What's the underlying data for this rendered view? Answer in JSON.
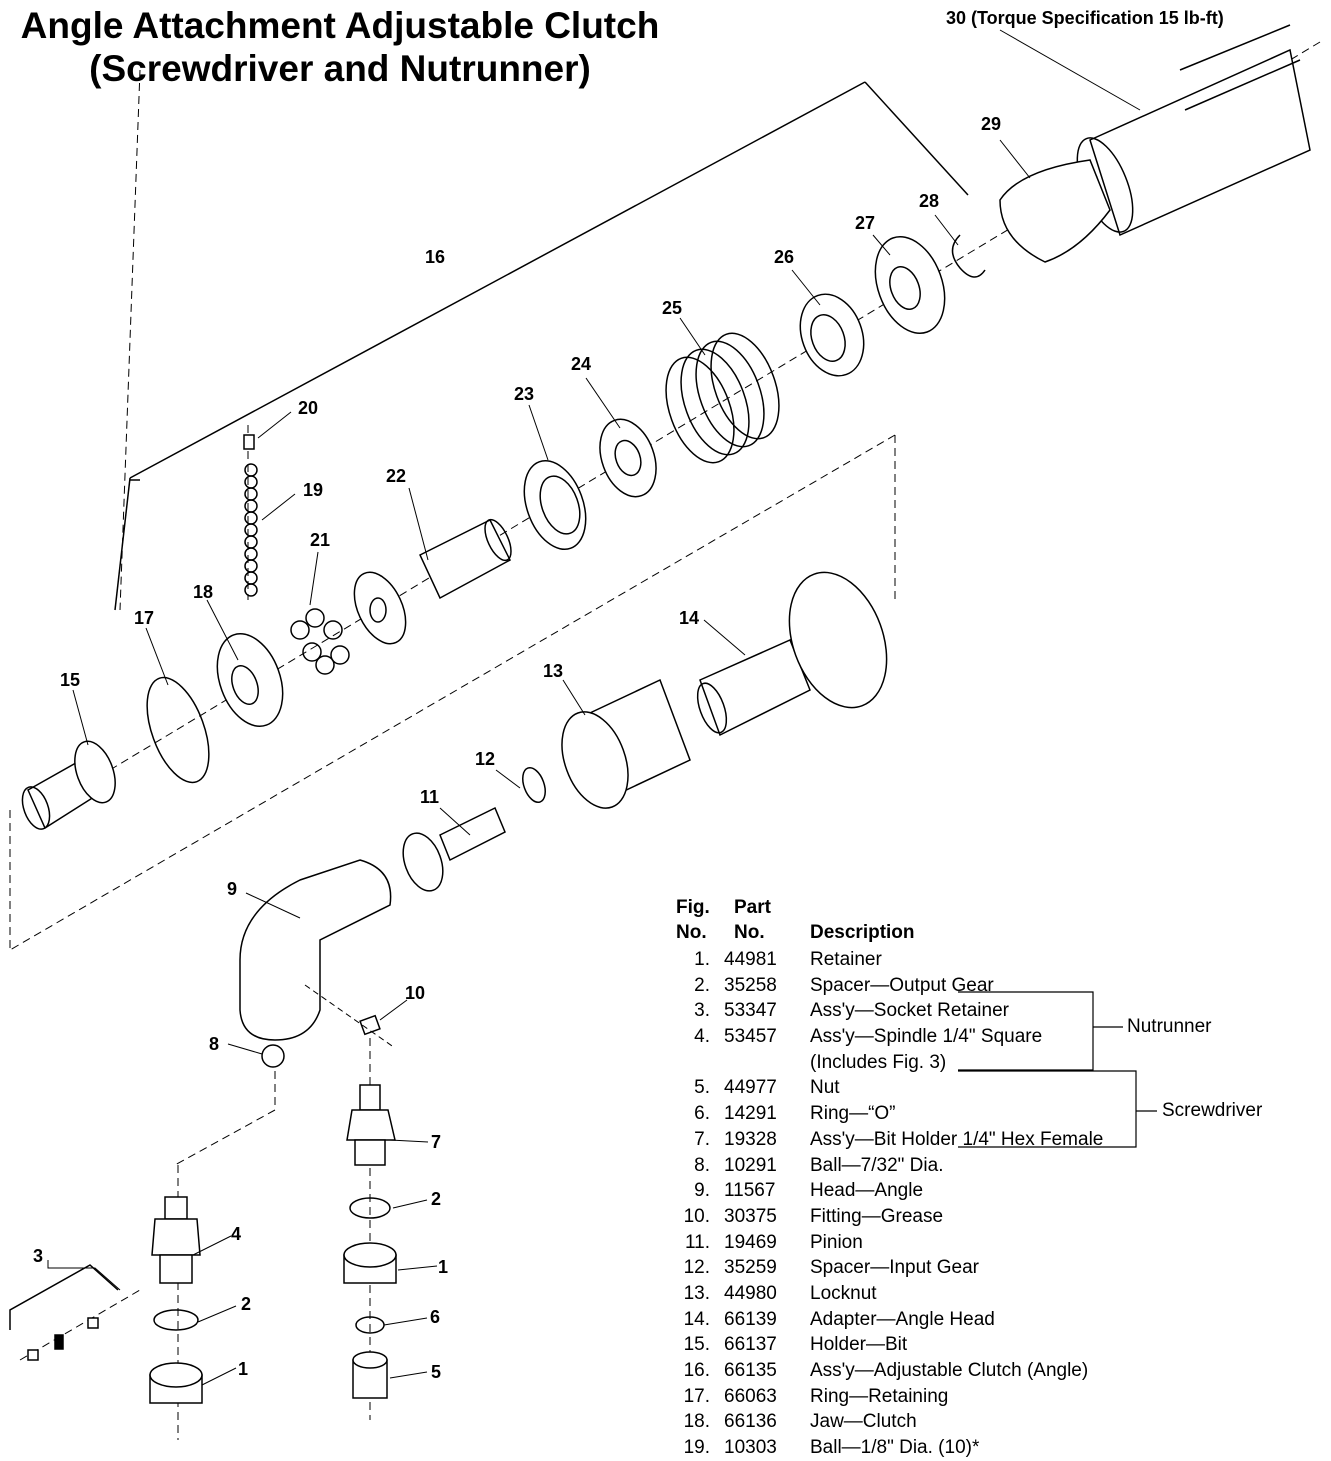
{
  "title": {
    "line1": "Angle Attachment Adjustable Clutch",
    "line2": "(Screwdriver and Nutrunner)"
  },
  "torque_note": "30 (Torque Specification 15 lb-ft)",
  "callouts": [
    "29",
    "28",
    "27",
    "26",
    "25",
    "24",
    "23",
    "22",
    "20",
    "19",
    "21",
    "18",
    "17",
    "16",
    "15",
    "14",
    "13",
    "12",
    "11",
    "9",
    "10",
    "8",
    "7",
    "2",
    "1",
    "4",
    "3",
    "2",
    "1",
    "6",
    "5"
  ],
  "table": {
    "header": {
      "fig_line1": "Fig.",
      "fig_line2": "No.",
      "part_line1": "Part",
      "part_line2": "No.",
      "description": "Description"
    },
    "rows": [
      {
        "fig": "1.",
        "part": "44981",
        "desc": "Retainer"
      },
      {
        "fig": "2.",
        "part": "35258",
        "desc": "Spacer—Output Gear"
      },
      {
        "fig": "3.",
        "part": "53347",
        "desc": "Ass'y—Socket Retainer"
      },
      {
        "fig": "4.",
        "part": "53457",
        "desc": "Ass'y—Spindle 1/4\" Square"
      },
      {
        "fig": "",
        "part": "",
        "desc": "(Includes Fig. 3)"
      },
      {
        "fig": "5.",
        "part": "44977",
        "desc": "Nut"
      },
      {
        "fig": "6.",
        "part": "14291",
        "desc": "Ring—“O”"
      },
      {
        "fig": "7.",
        "part": "19328",
        "desc": "Ass'y—Bit Holder 1/4\" Hex Female"
      },
      {
        "fig": "8.",
        "part": "10291",
        "desc": "Ball—7/32\" Dia."
      },
      {
        "fig": "9.",
        "part": "11567",
        "desc": "Head—Angle"
      },
      {
        "fig": "10.",
        "part": "30375",
        "desc": "Fitting—Grease"
      },
      {
        "fig": "11.",
        "part": "19469",
        "desc": "Pinion"
      },
      {
        "fig": "12.",
        "part": "35259",
        "desc": "Spacer—Input Gear"
      },
      {
        "fig": "13.",
        "part": "44980",
        "desc": "Locknut"
      },
      {
        "fig": "14.",
        "part": "66139",
        "desc": "Adapter—Angle Head"
      },
      {
        "fig": "15.",
        "part": "66137",
        "desc": "Holder—Bit"
      },
      {
        "fig": "16.",
        "part": "66135",
        "desc": "Ass'y—Adjustable Clutch (Angle)"
      },
      {
        "fig": "17.",
        "part": "66063",
        "desc": "Ring—Retaining"
      },
      {
        "fig": "18.",
        "part": "66136",
        "desc": "Jaw—Clutch"
      },
      {
        "fig": "19.",
        "part": "10303",
        "desc": "Ball—1/8\" Dia. (10)*"
      }
    ],
    "group_labels": {
      "nutrunner": "Nutrunner",
      "screwdriver": "Screwdriver"
    }
  }
}
